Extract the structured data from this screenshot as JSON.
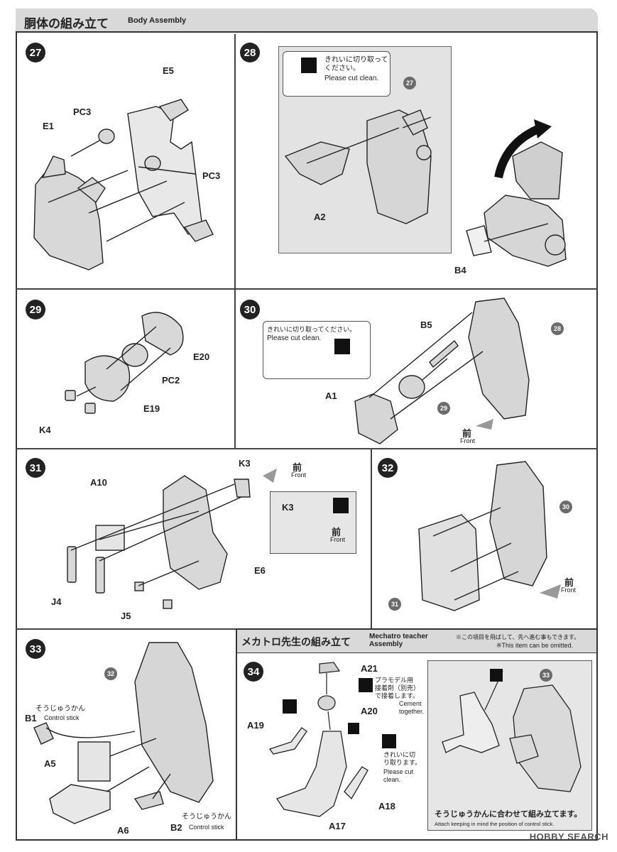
{
  "header": {
    "title_jp": "胴体の組み立て",
    "title_en": "Body Assembly"
  },
  "steps": {
    "s27": "27",
    "s28": "28",
    "s29": "29",
    "s30": "30",
    "s31": "31",
    "s32": "32",
    "s33": "33",
    "s34": "34"
  },
  "step27": {
    "e5": "E5",
    "pc3a": "PC3",
    "e1": "E1",
    "pc3b": "PC3"
  },
  "step28": {
    "note_jp": "きれいに切り取って\nください。",
    "note_en": "Please cut clean.",
    "ref": "27",
    "a2": "A2",
    "b4": "B4"
  },
  "step29": {
    "e20": "E20",
    "pc2": "PC2",
    "e19": "E19",
    "k4": "K4"
  },
  "step30": {
    "note_jp": "きれいに切り取ってください。",
    "note_en": "Please cut clean.",
    "b5": "B5",
    "ref28": "28",
    "a1": "A1",
    "ref29": "29",
    "front_jp": "前",
    "front_en": "Front"
  },
  "step31": {
    "k3": "K3",
    "front_jp": "前",
    "front_en": "Front",
    "a10": "A10",
    "e6": "E6",
    "j4": "J4",
    "j5": "J5",
    "inset_k3": "K3",
    "inset_front_jp": "前",
    "inset_front_en": "Front"
  },
  "step32": {
    "ref30": "30",
    "ref31": "31",
    "front_jp": "前",
    "front_en": "Front"
  },
  "step33": {
    "ref32": "32",
    "stick_jp": "そうじゅうかん",
    "b1": "B1",
    "stick_en": "Control stick",
    "a5": "A5",
    "a6": "A6",
    "b2": "B2",
    "stick_jp2": "そうじゅうかん",
    "stick_en2": "Control stick"
  },
  "mechatro": {
    "title_jp": "メカトロ先生の組み立て",
    "title_en": "Mechatro teacher\nAssembly",
    "note_jp": "※この項目を飛ばして、先へ進む事もできます。",
    "note_en": "※This item can be omitted."
  },
  "step34": {
    "a21": "A21",
    "glue_jp": "プラモデル用\n接着剤（別売）\nで接着します。",
    "glue_en": "Cement\ntogether.",
    "a20": "A20",
    "a19": "A19",
    "cut_jp": "きれいに切\nり取ります。",
    "cut_en": "Please cut\nclean.",
    "a18": "A18",
    "a17": "A17",
    "ref33": "33",
    "attach_jp": "そうじゅうかんに合わせて組み立てます。",
    "attach_en": "Attach keeping in mind the position of control stick."
  },
  "footer": {
    "watermark": "HOBBY SEARCH"
  }
}
